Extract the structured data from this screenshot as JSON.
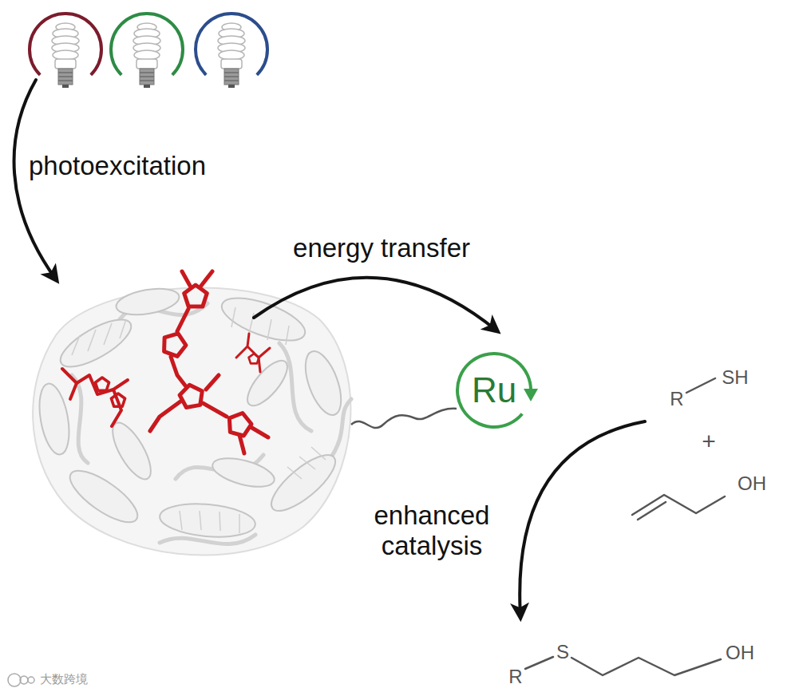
{
  "diagram": {
    "nodes": [
      {
        "text": [
          "Ru"
        ]
      }
    ],
    "labels": [
      "photoexcitation",
      "energy transfer",
      "R",
      "SH",
      "+",
      "OH",
      "enhanced catalysis",
      "R",
      "S",
      "OH",
      "大数跨境"
    ]
  }
}
